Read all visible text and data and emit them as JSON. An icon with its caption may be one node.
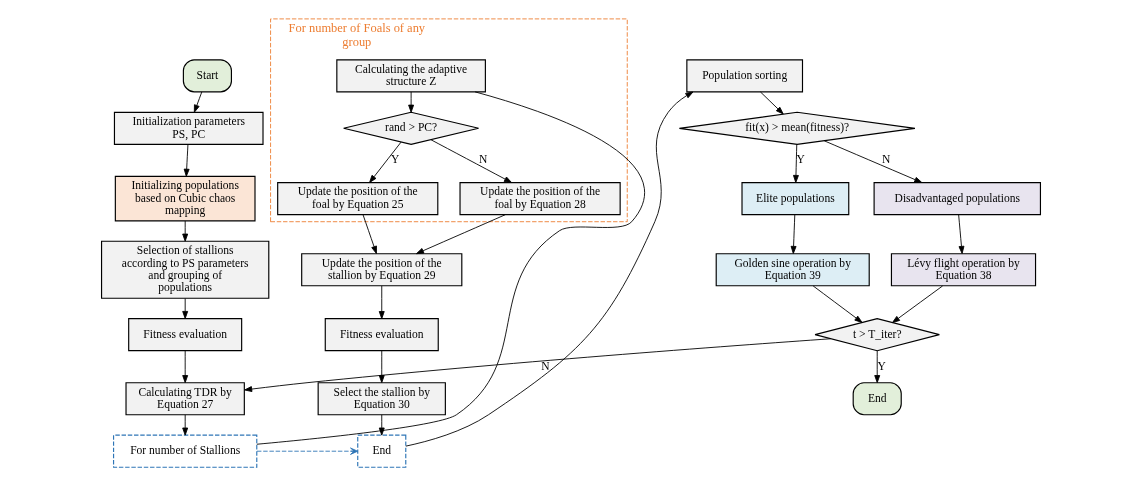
{
  "diagram": {
    "nodes": [
      {
        "text": [
          "Start"
        ]
      },
      {
        "text": [
          "Initialization parameters PS, PC"
        ]
      },
      {
        "text": [
          "Initializing populations based on Cubic chaos mapping"
        ]
      },
      {
        "text": [
          "Selection of stallions according to PS parameters and grouping of populations"
        ]
      },
      {
        "text": [
          "Fitness evaluation"
        ]
      },
      {
        "text": [
          "Calculating TDR by Equation 27"
        ]
      },
      {
        "text": [
          "For number of Stallions"
        ]
      },
      {
        "text": [
          "For number of Foals of any group"
        ]
      },
      {
        "text": [
          "Calculating the adaptive structure Z"
        ],
        "in": 7
      },
      {
        "text": [
          "rand > PC?"
        ],
        "in": 7
      },
      {
        "text": [
          "Update the position of the foal by Equation 25"
        ],
        "in": 7
      },
      {
        "text": [
          "Update the position of the foal by Equation 28"
        ],
        "in": 7
      },
      {
        "text": [
          "Update the position of the stallion by Equation 29"
        ]
      },
      {
        "text": [
          "Fitness evaluation"
        ]
      },
      {
        "text": [
          "Select the stallion by Equation 30"
        ]
      },
      {
        "text": [
          "End"
        ]
      },
      {
        "text": [
          "Population sorting"
        ]
      },
      {
        "text": [
          "fit(x) > mean(fitness)?"
        ]
      },
      {
        "text": [
          "Elite populations"
        ]
      },
      {
        "text": [
          "Disadvantaged populations"
        ]
      },
      {
        "text": [
          "Golden sine operation by Equation 39"
        ]
      },
      {
        "text": [
          "Lévy flight operation by Equation 38"
        ]
      },
      {
        "text": [
          "t > T_iter?"
        ]
      },
      {
        "text": [
          "End"
        ]
      }
    ],
    "edges": [
      {
        "from": 0,
        "to": 1,
        "arrow": "to"
      },
      {
        "from": 1,
        "to": 2,
        "arrow": "to"
      },
      {
        "from": 2,
        "to": 3,
        "arrow": "to"
      },
      {
        "from": 3,
        "to": 4,
        "arrow": "to"
      },
      {
        "from": 4,
        "to": 5,
        "arrow": "to"
      },
      {
        "from": 5,
        "to": 6,
        "arrow": "to"
      },
      {
        "from": 6,
        "to": 8,
        "arrow": "none"
      },
      {
        "from": 6,
        "to": 15,
        "arrow": "to",
        "style": "dashed",
        "color": "#2e75b6"
      },
      {
        "from": 8,
        "to": 9,
        "arrow": "to"
      },
      {
        "from": 9,
        "to": 10,
        "arrow": "to",
        "label": "Y"
      },
      {
        "from": 9,
        "to": 11,
        "arrow": "to",
        "label": "N"
      },
      {
        "from": 10,
        "to": 12,
        "arrow": "to"
      },
      {
        "from": 11,
        "to": 12,
        "arrow": "to"
      },
      {
        "from": 12,
        "to": 13,
        "arrow": "to"
      },
      {
        "from": 13,
        "to": 14,
        "arrow": "to"
      },
      {
        "from": 14,
        "to": 15,
        "arrow": "to"
      },
      {
        "from": 15,
        "to": 16,
        "arrow": "to"
      },
      {
        "from": 16,
        "to": 17,
        "arrow": "to"
      },
      {
        "from": 17,
        "to": 18,
        "arrow": "to",
        "label": "Y"
      },
      {
        "from": 17,
        "to": 19,
        "arrow": "to",
        "label": "N"
      },
      {
        "from": 18,
        "to": 20,
        "arrow": "to"
      },
      {
        "from": 19,
        "to": 21,
        "arrow": "to"
      },
      {
        "from": 20,
        "to": 22,
        "arrow": "to"
      },
      {
        "from": 21,
        "to": 22,
        "arrow": "to"
      },
      {
        "from": 22,
        "to": 23,
        "arrow": "to",
        "label": "Y"
      },
      {
        "from": 22,
        "to": 5,
        "arrow": "to",
        "label": "N"
      }
    ]
  }
}
